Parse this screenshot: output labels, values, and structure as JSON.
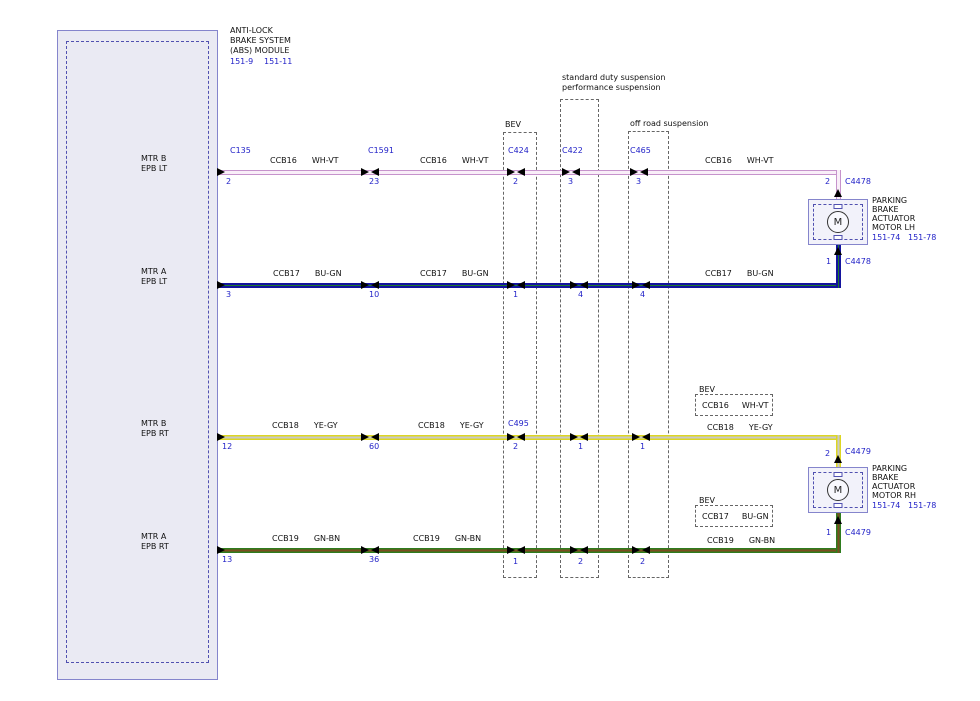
{
  "palette": {
    "link_blue": "#2323c8",
    "module_fill": "#eaeaf3",
    "wire_wh_vt": [
      "#c693cc",
      "#f9eef8"
    ],
    "wire_bu_gn": [
      "#14149e",
      "#1f7a2f"
    ],
    "wire_ye_gy": [
      "#ddd622",
      "#c9c9c9"
    ],
    "wire_gn_bn": [
      "#2e7c1e",
      "#7d4c20"
    ]
  },
  "module": {
    "title_lines": [
      "ANTI-LOCK",
      "BRAKE SYSTEM",
      "(ABS) MODULE"
    ],
    "links": [
      "151-9",
      "151-11"
    ],
    "connector": "C135",
    "pins": [
      {
        "line1": "MTR B",
        "line2": "EPB LT",
        "pin": "2"
      },
      {
        "line1": "MTR A",
        "line2": "EPB LT",
        "pin": "3"
      },
      {
        "line1": "MTR B",
        "line2": "EPB RT",
        "pin": "12"
      },
      {
        "line1": "MTR A",
        "line2": "EPB RT",
        "pin": "13"
      }
    ]
  },
  "inline_connectors": {
    "c1591": "C1591",
    "c424": "C424",
    "c422": "C422",
    "c465": "C465",
    "c495": "C495"
  },
  "option_boxes": {
    "bev": "BEV",
    "suspension_line1": "standard duty suspension",
    "suspension_line2": "performance suspension",
    "offroad": "off road suspension"
  },
  "wires": [
    {
      "circuit": "CCB16",
      "color": "WH-VT",
      "pins": {
        "module": "2",
        "c1591": "23",
        "box1": "2",
        "box2": "3",
        "box3": "3",
        "motor": "2"
      }
    },
    {
      "circuit": "CCB17",
      "color": "BU-GN",
      "pins": {
        "module": "3",
        "c1591": "10",
        "box1": "1",
        "box2": "4",
        "box3": "4",
        "motor": "1"
      }
    },
    {
      "circuit": "CCB18",
      "color": "YE-GY",
      "pins": {
        "module": "12",
        "c1591": "60",
        "box1": "2",
        "box2": "1",
        "box3": "1",
        "motor": "2"
      }
    },
    {
      "circuit": "CCB19",
      "color": "GN-BN",
      "pins": {
        "module": "13",
        "c1591": "36",
        "box1": "1",
        "box2": "2",
        "box3": "2",
        "motor": "1"
      }
    }
  ],
  "bev_callouts": [
    {
      "label": "BEV",
      "circuit": "CCB16",
      "color": "WH-VT"
    },
    {
      "label": "BEV",
      "circuit": "CCB17",
      "color": "BU-GN"
    }
  ],
  "motors": [
    {
      "connector": "C4478",
      "symbol": "M",
      "lines": [
        "PARKING",
        "BRAKE",
        "ACTUATOR",
        "MOTOR LH"
      ],
      "links": [
        "151-74",
        "151-78"
      ],
      "pin_top": "2",
      "pin_bottom": "1"
    },
    {
      "connector": "C4479",
      "symbol": "M",
      "lines": [
        "PARKING",
        "BRAKE",
        "ACTUATOR",
        "MOTOR RH"
      ],
      "links": [
        "151-74",
        "151-78"
      ],
      "pin_top": "2",
      "pin_bottom": "1"
    }
  ]
}
